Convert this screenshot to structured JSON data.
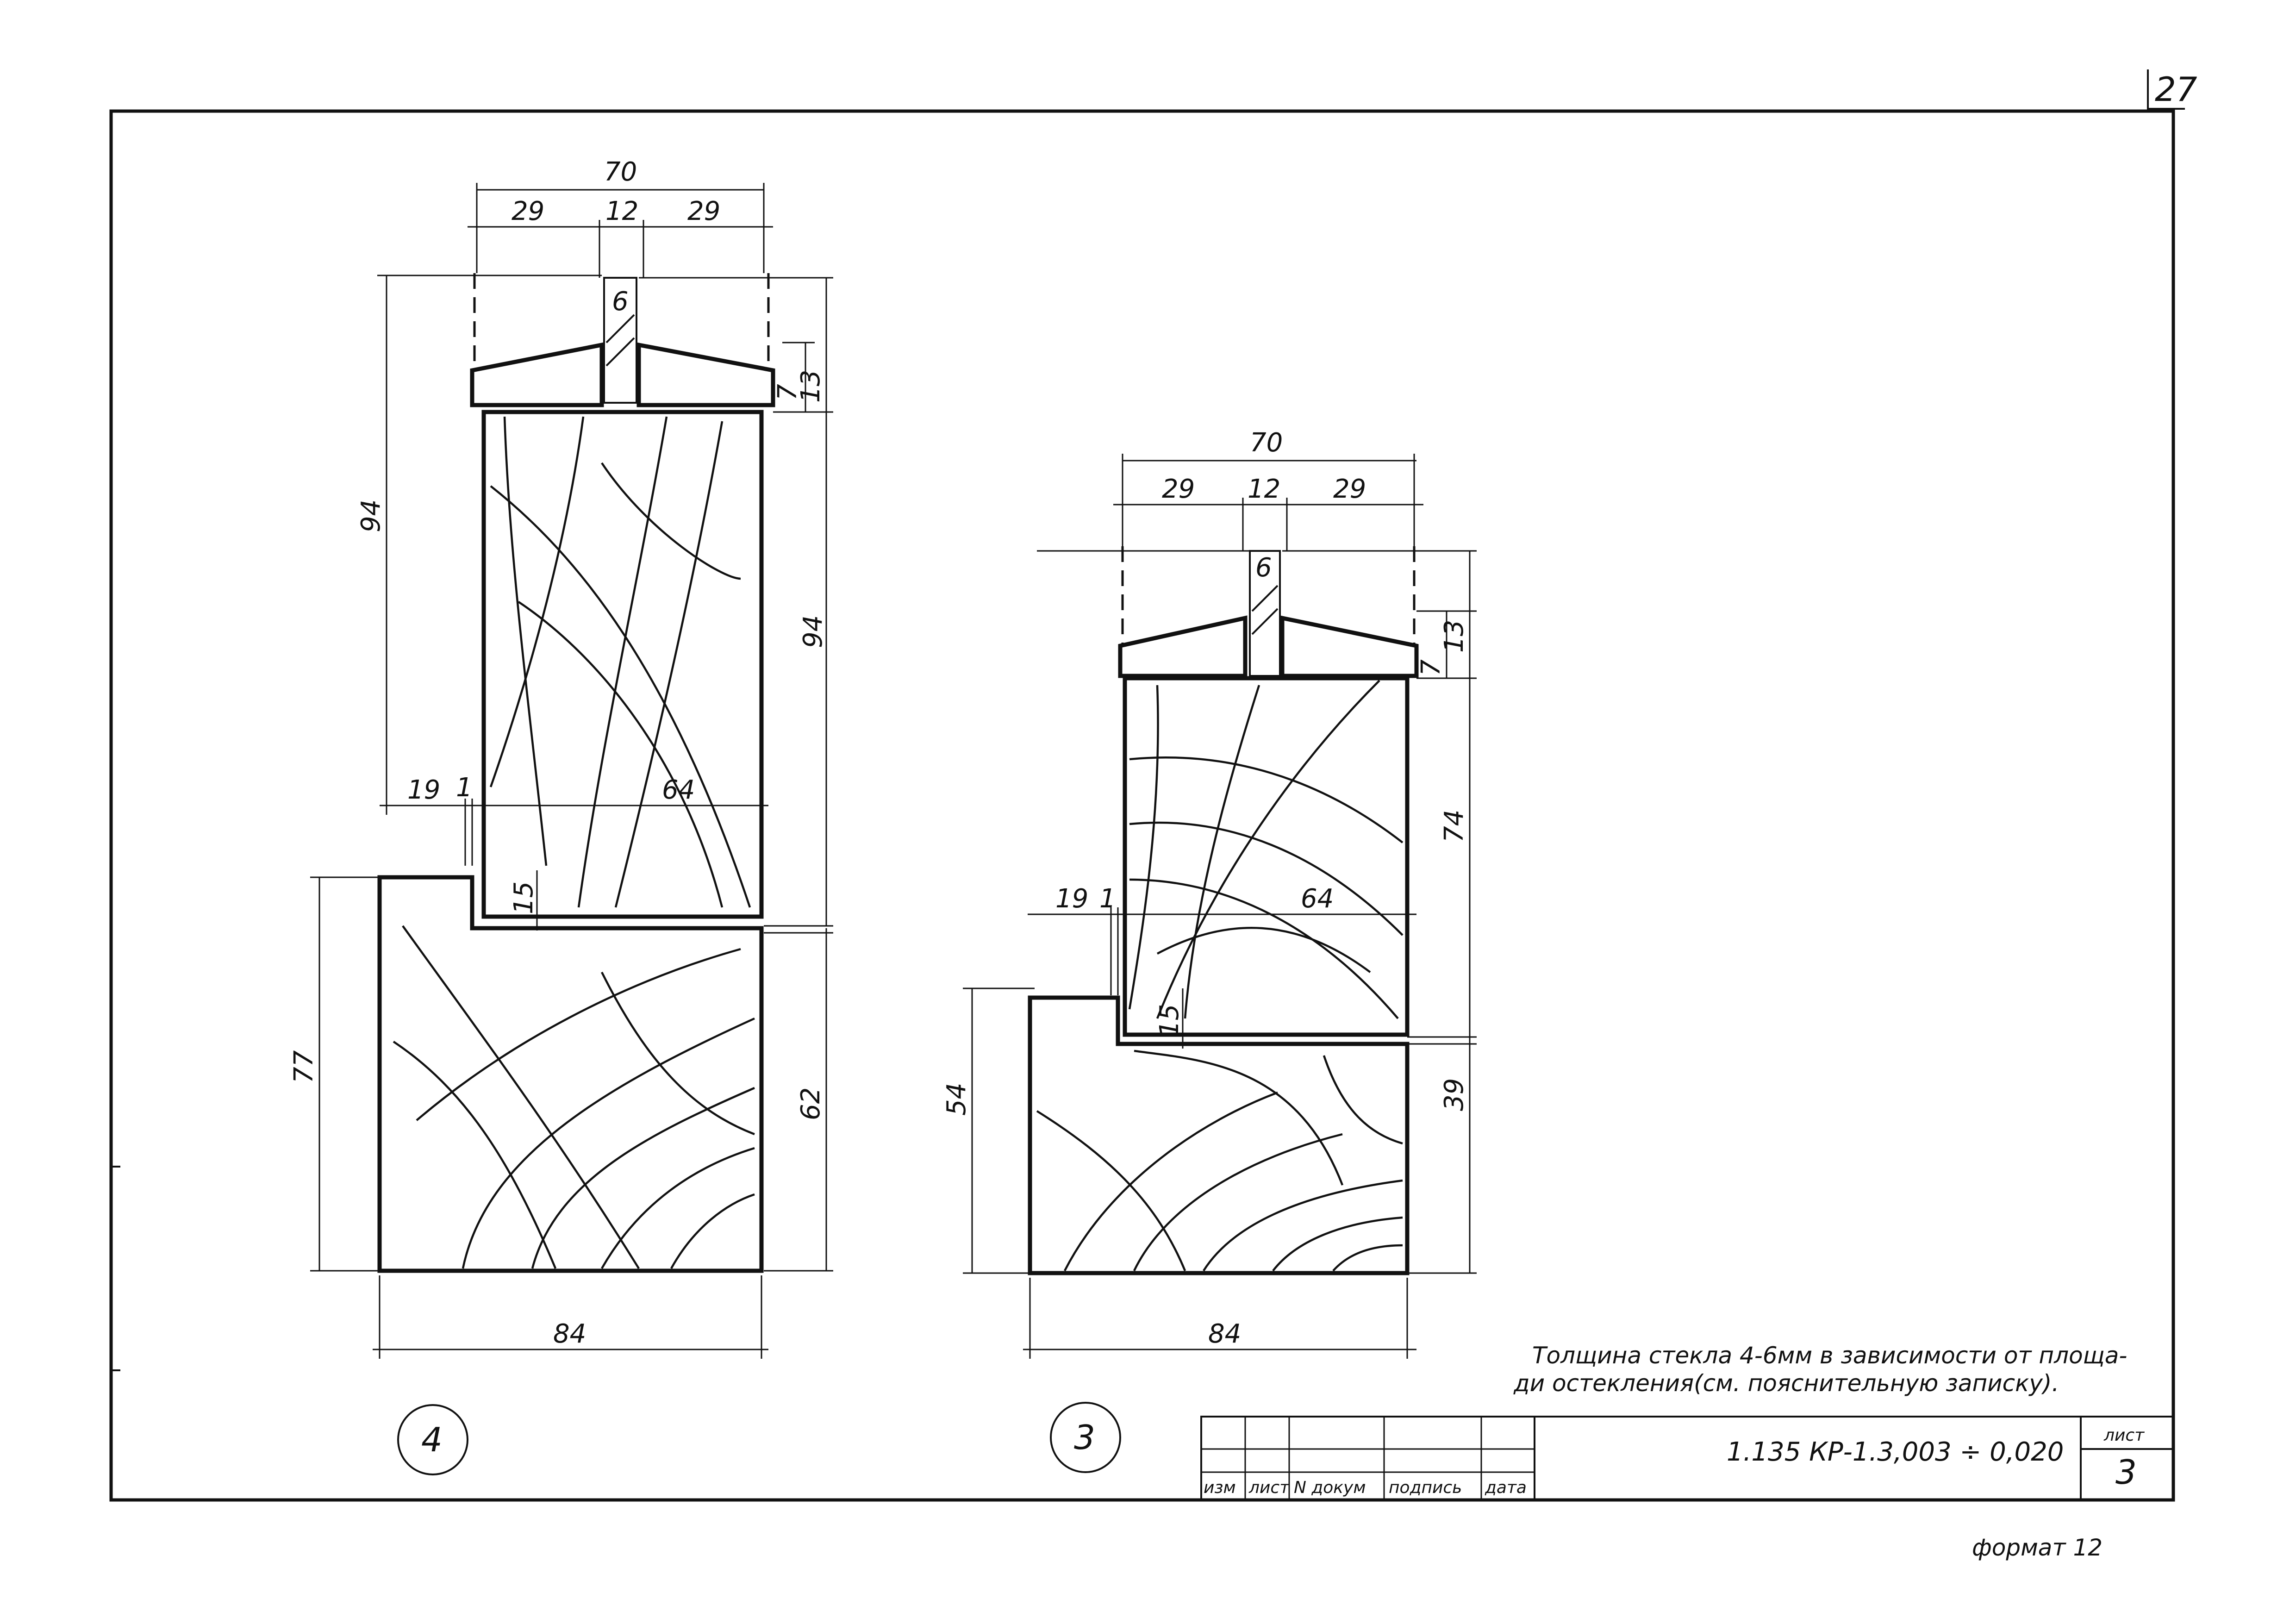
{
  "sheet": {
    "page_number": "27",
    "format_note": "формат 12",
    "glass_note_line1": "Толщина стекла 4-6мм в зависимости от площа-",
    "glass_note_line2": "ди остекления(см. пояснительную записку)."
  },
  "title_block": {
    "headers": [
      "изм",
      "лист",
      "N докум",
      "подпись",
      "дата"
    ],
    "document_code": "1.135 КР-1.3,003 ÷ 0,020",
    "sheet_label": "лист",
    "sheet_number": "3"
  },
  "details": [
    {
      "id": "4",
      "label": "4",
      "dims": {
        "overall_top": "70",
        "top_left": "29",
        "top_mid": "12",
        "top_right": "29",
        "glass": "6",
        "height_left": "94",
        "height_right": "94",
        "bead_13": "13",
        "bead_7": "7",
        "rebate_19": "19",
        "rebate_1": "1",
        "sash_width": "64",
        "rebate_15": "15",
        "frame_height_left": "77",
        "frame_height_right": "62",
        "bottom_width": "84"
      }
    },
    {
      "id": "3",
      "label": "3",
      "dims": {
        "overall_top": "70",
        "top_left": "29",
        "top_mid": "12",
        "top_right": "29",
        "glass": "6",
        "bead_13": "13",
        "bead_7": "7",
        "height_right": "74",
        "rebate_19": "19",
        "rebate_1": "1",
        "sash_width": "64",
        "rebate_15": "15",
        "frame_height_left": "54",
        "frame_height_right": "39",
        "bottom_width": "84"
      }
    }
  ]
}
